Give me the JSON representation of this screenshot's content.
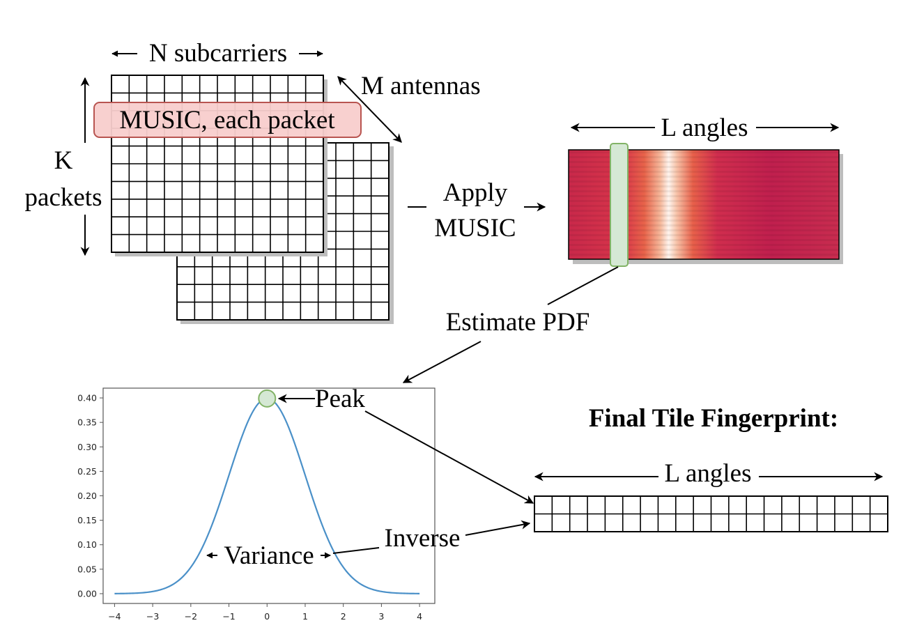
{
  "labels": {
    "n_subcarriers": "N subcarriers",
    "m_antennas": "M antennas",
    "music_each_packet": "MUSIC, each packet",
    "k": "K",
    "packets": "packets",
    "apply": "Apply",
    "music": "MUSIC",
    "l_angles_top": "L angles",
    "estimate_pdf": "Estimate PDF",
    "peak": "Peak",
    "variance": "Variance",
    "inverse": "Inverse",
    "final_title": "Final Tile Fingerprint:",
    "l_angles_bottom": "L angles"
  },
  "colors": {
    "grid_line": "#000000",
    "highlight_fill": "#f8cecc",
    "highlight_stroke": "#b85450",
    "selector_fill": "#d5e8d4",
    "selector_stroke": "#82b366",
    "curve": "#4a90c8",
    "shadow": "#bdbdbd"
  },
  "chart_data": {
    "type": "line",
    "x_ticks": [
      "−4",
      "−3",
      "−2",
      "−1",
      "0",
      "1",
      "2",
      "3",
      "4"
    ],
    "y_ticks": [
      "0.00",
      "0.05",
      "0.10",
      "0.15",
      "0.20",
      "0.25",
      "0.30",
      "0.35",
      "0.40"
    ],
    "xlim": [
      -4.3,
      4.4
    ],
    "ylim": [
      -0.02,
      0.42
    ],
    "series": [
      {
        "x": [
          -4,
          -3.5,
          -3,
          -2.5,
          -2,
          -1.5,
          -1,
          -0.5,
          0,
          0.5,
          1,
          1.5,
          2,
          2.5,
          3,
          3.5,
          4
        ],
        "values": [
          0.0001,
          0.0009,
          0.0044,
          0.0175,
          0.054,
          0.1295,
          0.242,
          0.352,
          0.3989,
          0.352,
          0.242,
          0.1295,
          0.054,
          0.0175,
          0.0044,
          0.0009,
          0.0001
        ]
      }
    ],
    "peak_marker": {
      "x": 0,
      "y": 0.3989
    },
    "grid": false
  }
}
